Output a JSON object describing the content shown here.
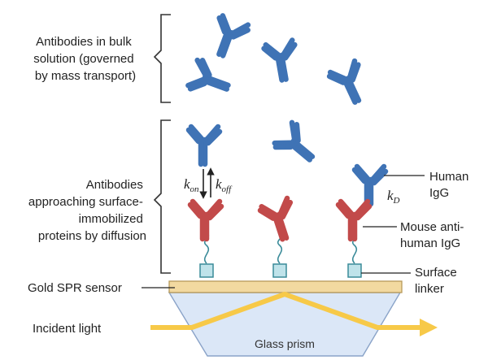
{
  "labels": {
    "bulk": [
      "Antibodies in bulk",
      "solution (governed",
      "by mass transport)"
    ],
    "approach": [
      "Antibodies",
      "approaching surface-",
      "immobilized",
      "proteins by diffusion"
    ],
    "gold": "Gold SPR sensor",
    "incident": "Incident light",
    "prism": "Glass prism",
    "human_igg": [
      "Human",
      "IgG"
    ],
    "mouse_igg": [
      "Mouse anti-",
      "human IgG"
    ],
    "linker": [
      "Surface",
      "linker"
    ]
  },
  "kinetics": {
    "k_on": {
      "base": "k",
      "sub": "on"
    },
    "k_off": {
      "base": "k",
      "sub": "off"
    },
    "k_d": {
      "base": "k",
      "sub": "D"
    }
  },
  "colors": {
    "antibody_blue": "#3f73b5",
    "antibody_red": "#c24a4a",
    "gold": "#f2d9a0",
    "gold_stroke": "#b89a5a",
    "prism": "#dbe7f7",
    "prism_stroke": "#8aa3c8",
    "light": "#f7c948",
    "linker_fill": "#bfe3ea",
    "linker_stroke": "#3a8b99",
    "bracket": "#333333"
  }
}
